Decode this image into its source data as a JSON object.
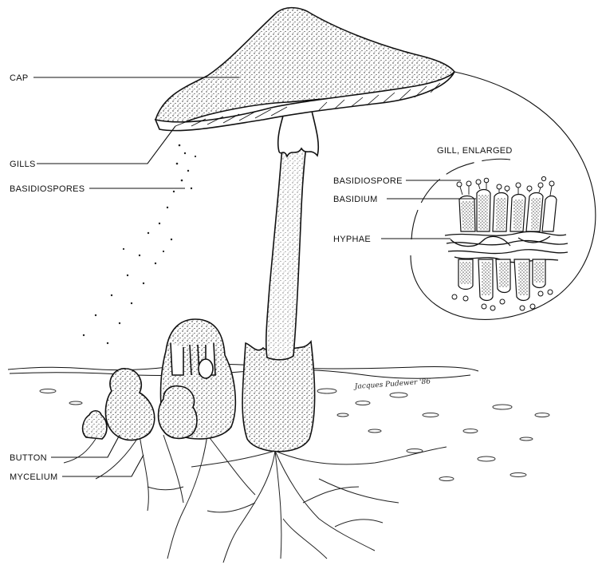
{
  "labels": {
    "cap": "CAP",
    "gills": "GILLS",
    "basidiospores": "BASIDIOSPORES",
    "gill_enlarged": "GILL, ENLARGED",
    "basidiospore": "BASIDIOSPORE",
    "basidium": "BASIDIUM",
    "hyphae": "HYPHAE",
    "button": "BUTTON",
    "mycelium": "MYCELIUM"
  },
  "signature": "Jacques Pudewer '86"
}
